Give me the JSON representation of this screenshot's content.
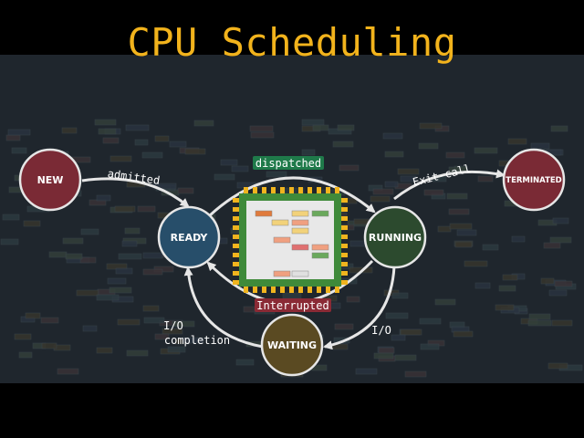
{
  "title": "CPU Scheduling",
  "states": {
    "new": {
      "label": "NEW",
      "color": "#7a2a35"
    },
    "ready": {
      "label": "READY",
      "color": "#274e6a"
    },
    "running": {
      "label": "RUNNING",
      "color": "#2c4a2e"
    },
    "waiting": {
      "label": "WAITING",
      "color": "#5a4a22"
    },
    "terminated": {
      "label": "TERMINATED",
      "color": "#7a2a35"
    }
  },
  "transitions": {
    "admitted": "admitted",
    "dispatched": "dispatched",
    "exit_call": "Exit-call",
    "interrupted": "Interrupted",
    "io": "I/O",
    "io_completion_1": "I/O",
    "io_completion_2": "completion"
  },
  "colors": {
    "title": "#f2b31c",
    "panel": "#1f262d",
    "arrow": "#e6e6e6",
    "dispatched_badge": "#1f7a4a",
    "interrupted_badge": "#8a2a35",
    "chip_pins": "#f0b41e",
    "chip_border": "#3f8a3a",
    "chip_core": "#e8e8e8"
  },
  "icons": {
    "cpu": "cpu-chip-icon"
  }
}
